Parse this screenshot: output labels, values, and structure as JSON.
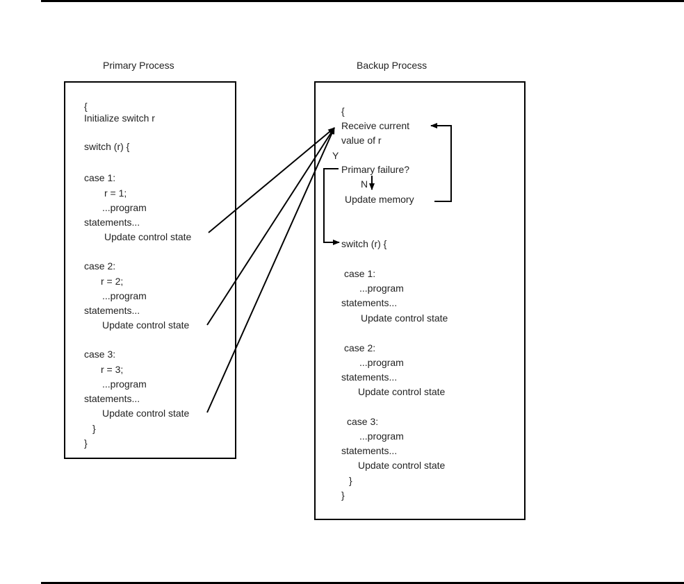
{
  "figure": {
    "primary": {
      "title": "Primary Process",
      "lines": [
        "{",
        "Initialize switch r",
        "switch (r) {",
        "case 1:",
        "r = 1;",
        "...program",
        "statements...",
        "Update control state",
        "case 2:",
        "r = 2;",
        "...program",
        "statements...",
        "Update control state",
        "case 3:",
        "r = 3;",
        "...program",
        "statements...",
        "Update control state",
        "}",
        "}"
      ]
    },
    "backup": {
      "title": "Backup Process",
      "lines": [
        "{",
        "Receive current",
        "value of r",
        "Y",
        "Primary failure?",
        "N",
        "Update memory",
        "switch (r) {",
        "case 1:",
        "...program",
        "statements...",
        "Update control state",
        "case 2:",
        "...program",
        "statements...",
        "Update control state",
        "case 3:",
        "...program",
        "statements...",
        "Update control state",
        "}",
        "}"
      ]
    },
    "connections": [
      {
        "from": "primary: case 1 Update control state",
        "to": "backup: Receive current value of r"
      },
      {
        "from": "primary: case 2 Update control state",
        "to": "backup: Receive current value of r"
      },
      {
        "from": "primary: case 3 Update control state",
        "to": "backup: Receive current value of r"
      },
      {
        "from": "backup: Primary failure?",
        "to": "backup: Update memory",
        "label": "N"
      },
      {
        "from": "backup: Update memory",
        "to": "backup: Receive current value of r"
      },
      {
        "from": "backup: Primary failure?",
        "to": "backup: switch (r) {",
        "label": "Y"
      }
    ]
  }
}
